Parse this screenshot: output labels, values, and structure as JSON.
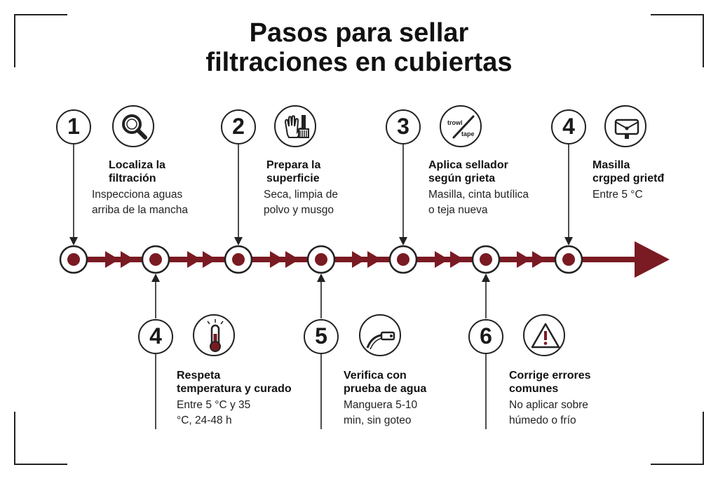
{
  "title": {
    "line1": "Pasos para sellar",
    "line2": "filtraciones en cubiertas"
  },
  "accent_color": "#7a1a22",
  "steps_top": [
    {
      "number": "1",
      "icon": "magnifier-icon",
      "title_line1": "Localiza la",
      "title_line2": "filtración",
      "desc_line1": "Inspecciona aguas",
      "desc_line2": "arriba de la mancha"
    },
    {
      "number": "2",
      "icon": "gloves-brush-icon",
      "title_line1": "Prepara la",
      "title_line2": "superficie",
      "desc_line1": "Seca, limpia de",
      "desc_line2": "polvo y musgo"
    },
    {
      "number": "3",
      "icon": "trowel-tape-icon",
      "icon_text_1": "trowl",
      "icon_text_2": "tape",
      "title_line1": "Aplica sellador",
      "title_line2": "según grieta",
      "desc_line1": "Masilla, cinta butílica",
      "desc_line2": "o teja nueva"
    },
    {
      "number": "4",
      "icon": "caulk-gun-icon",
      "title_line1": "Masilla",
      "title_line2": "crgped grietđ",
      "desc_line1": "Entre 5 °C",
      "desc_line2": ""
    }
  ],
  "steps_bottom": [
    {
      "number": "4",
      "icon": "thermometer-icon",
      "title_line1": "Respeta",
      "title_line2": "temperatura y curado",
      "desc_line1": "Entre 5 °C y 35",
      "desc_line2": "°C, 24-48 h"
    },
    {
      "number": "5",
      "icon": "hose-icon",
      "title_line1": "Verifica con",
      "title_line2": "prueba de agua",
      "desc_line1": "Manguera 5-10",
      "desc_line2": "min, sin goteo"
    },
    {
      "number": "6",
      "icon": "warning-icon",
      "title_line1": "Corrige errores",
      "title_line2": "comunes",
      "desc_line1": "No aplicar sobre",
      "desc_line2": "húmedo o frío"
    }
  ]
}
